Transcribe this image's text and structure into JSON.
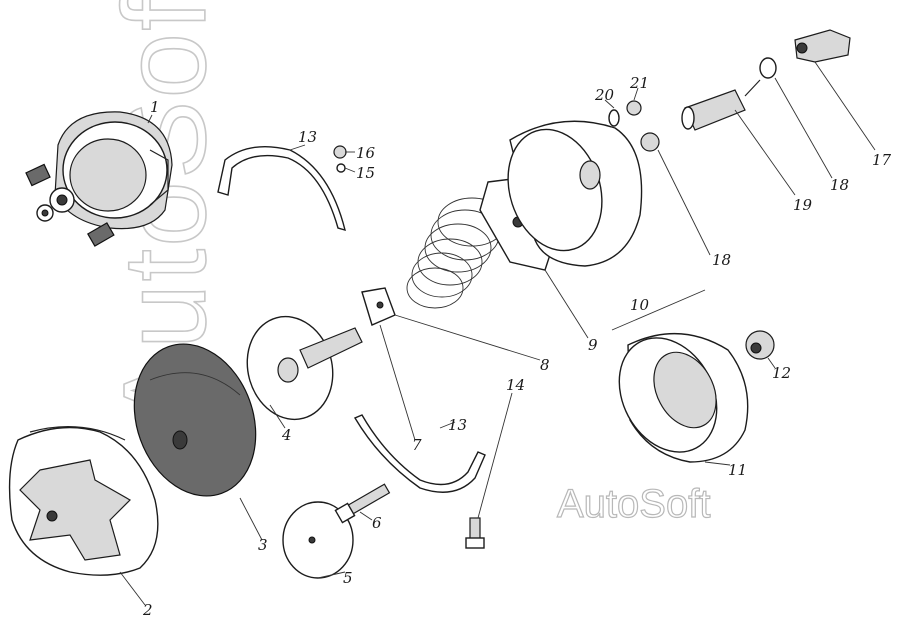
{
  "watermark": {
    "large": "AutoSoft",
    "small": "AutoSoft"
  },
  "callouts": [
    "1",
    "2",
    "3",
    "4",
    "5",
    "6",
    "7",
    "8",
    "9",
    "10",
    "11",
    "12",
    "13",
    "13",
    "14",
    "15",
    "16",
    "17",
    "18",
    "18",
    "19",
    "20",
    "21"
  ]
}
